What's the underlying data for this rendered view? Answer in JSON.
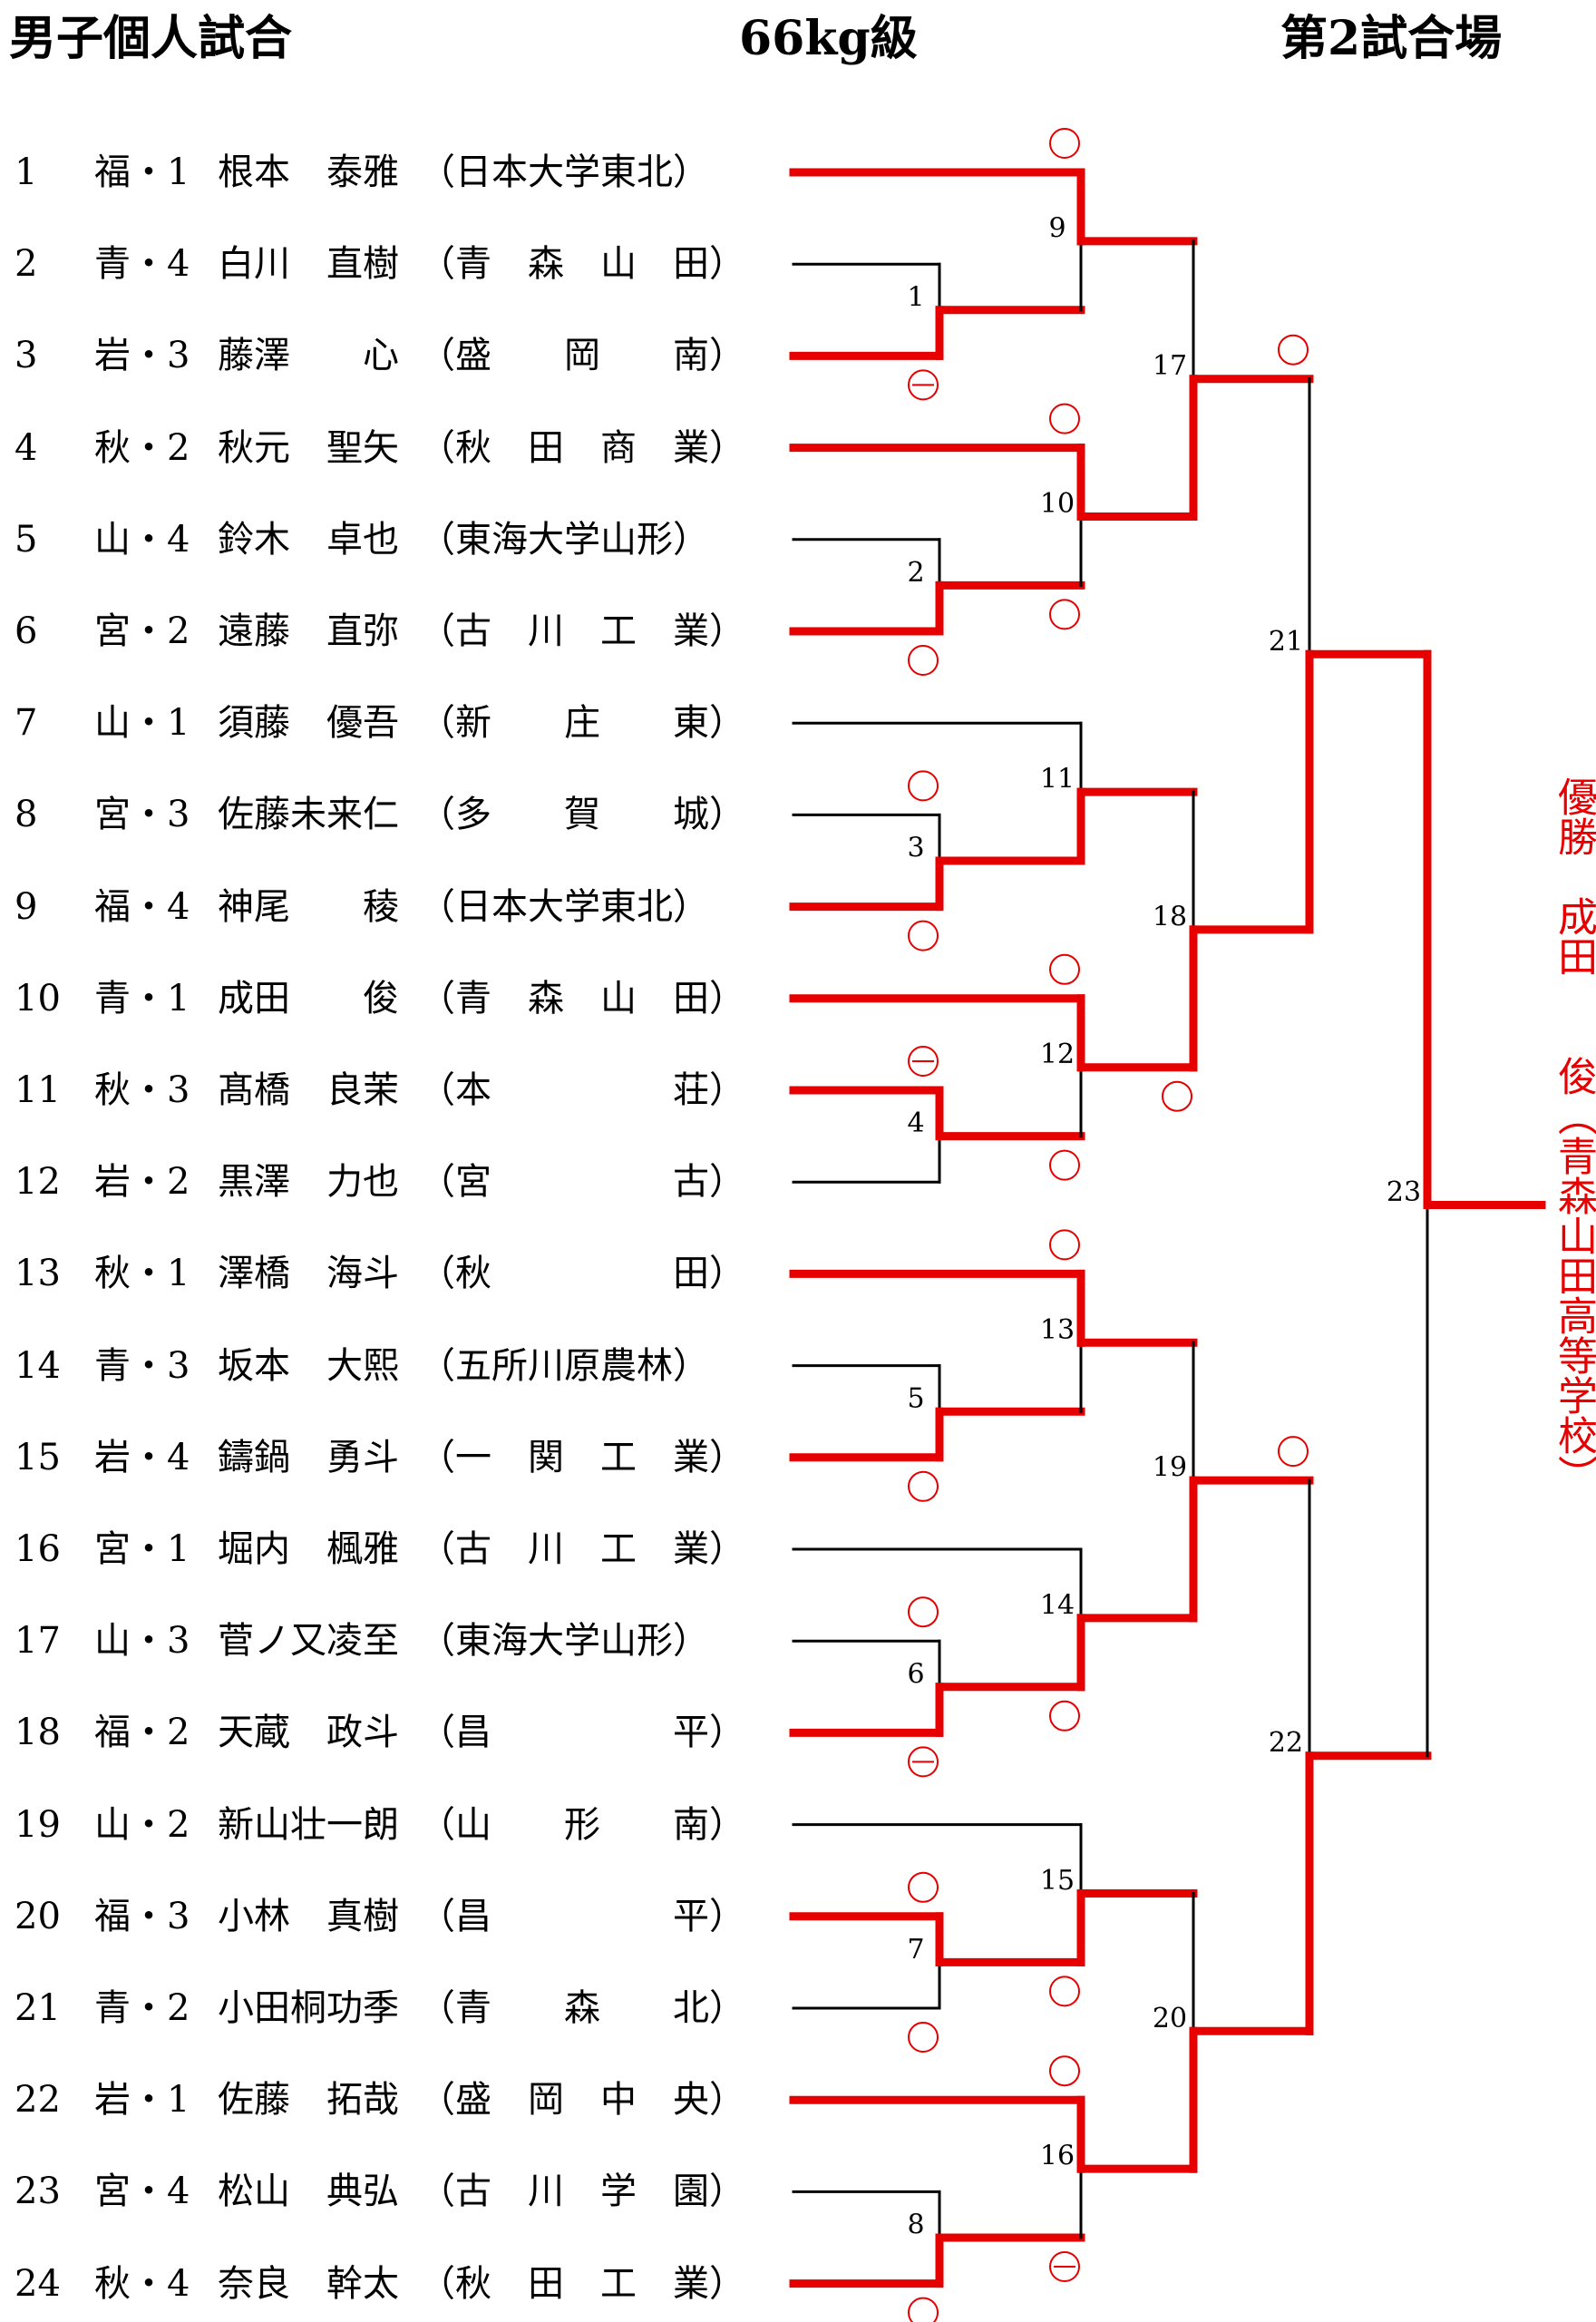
{
  "header": {
    "event": "男子個人試合",
    "weight": "66kg級",
    "venue": "第2試合場"
  },
  "players": [
    {
      "seed": "1",
      "pref": "福・1",
      "name": "根本　泰雅",
      "school": "（日本大学東北）"
    },
    {
      "seed": "2",
      "pref": "青・4",
      "name": "白川　直樹",
      "school": "（青　森　山　田）"
    },
    {
      "seed": "3",
      "pref": "岩・3",
      "name": "藤澤　　心",
      "school": "（盛　　岡　　南）"
    },
    {
      "seed": "4",
      "pref": "秋・2",
      "name": "秋元　聖矢",
      "school": "（秋　田　商　業）"
    },
    {
      "seed": "5",
      "pref": "山・4",
      "name": "鈴木　卓也",
      "school": "（東海大学山形）"
    },
    {
      "seed": "6",
      "pref": "宮・2",
      "name": "遠藤　直弥",
      "school": "（古　川　工　業）"
    },
    {
      "seed": "7",
      "pref": "山・1",
      "name": "須藤　優吾",
      "school": "（新　　庄　　東）"
    },
    {
      "seed": "8",
      "pref": "宮・3",
      "name": "佐藤未来仁",
      "school": "（多　　賀　　城）"
    },
    {
      "seed": "9",
      "pref": "福・4",
      "name": "神尾　　稜",
      "school": "（日本大学東北）"
    },
    {
      "seed": "10",
      "pref": "青・1",
      "name": "成田　　俊",
      "school": "（青　森　山　田）"
    },
    {
      "seed": "11",
      "pref": "秋・3",
      "name": "髙橋　良茉",
      "school": "（本　　　　　荘）"
    },
    {
      "seed": "12",
      "pref": "岩・2",
      "name": "黒澤　力也",
      "school": "（宮　　　　　古）"
    },
    {
      "seed": "13",
      "pref": "秋・1",
      "name": "澤橋　海斗",
      "school": "（秋　　　　　田）"
    },
    {
      "seed": "14",
      "pref": "青・3",
      "name": "坂本　大熙",
      "school": "（五所川原農林）"
    },
    {
      "seed": "15",
      "pref": "岩・4",
      "name": "鑄鍋　勇斗",
      "school": "（一　関　工　業）"
    },
    {
      "seed": "16",
      "pref": "宮・1",
      "name": "堀内　楓雅",
      "school": "（古　川　工　業）"
    },
    {
      "seed": "17",
      "pref": "山・3",
      "name": "菅ノ又凌至",
      "school": "（東海大学山形）"
    },
    {
      "seed": "18",
      "pref": "福・2",
      "name": "天蔵　政斗",
      "school": "（昌　　　　　平）"
    },
    {
      "seed": "19",
      "pref": "山・2",
      "name": "新山壮一朗",
      "school": "（山　　形　　南）"
    },
    {
      "seed": "20",
      "pref": "福・3",
      "name": "小林　真樹",
      "school": "（昌　　　　　平）"
    },
    {
      "seed": "21",
      "pref": "青・2",
      "name": "小田桐功季",
      "school": "（青　　森　　北）"
    },
    {
      "seed": "22",
      "pref": "岩・1",
      "name": "佐藤　拓哉",
      "school": "（盛　岡　中　央）"
    },
    {
      "seed": "23",
      "pref": "宮・4",
      "name": "松山　典弘",
      "school": "（古　川　学　園）"
    },
    {
      "seed": "24",
      "pref": "秋・4",
      "name": "奈良　幹太",
      "school": "（秋　田　工　業）"
    }
  ],
  "matches": [
    {
      "no": "1",
      "top_won": false,
      "top_mark": "",
      "bottom_mark": "⊖"
    },
    {
      "no": "2",
      "top_won": false,
      "top_mark": "",
      "bottom_mark": "○"
    },
    {
      "no": "3",
      "top_won": false,
      "top_mark": "○",
      "bottom_mark": "○"
    },
    {
      "no": "4",
      "top_won": true,
      "top_mark": "⊖",
      "bottom_mark": ""
    },
    {
      "no": "5",
      "top_won": false,
      "top_mark": "",
      "bottom_mark": "○"
    },
    {
      "no": "6",
      "top_won": false,
      "top_mark": "○",
      "bottom_mark": "⊖"
    },
    {
      "no": "7",
      "top_won": true,
      "top_mark": "○",
      "bottom_mark": "○"
    },
    {
      "no": "8",
      "top_won": false,
      "top_mark": "",
      "bottom_mark": "○"
    },
    {
      "no": "9",
      "top_won": true,
      "top_mark": "○",
      "bottom_mark": ""
    },
    {
      "no": "10",
      "top_won": true,
      "top_mark": "○",
      "bottom_mark": "○"
    },
    {
      "no": "11",
      "top_won": false,
      "top_mark": "",
      "bottom_mark": ""
    },
    {
      "no": "12",
      "top_won": true,
      "top_mark": "○",
      "bottom_mark": "○"
    },
    {
      "no": "13",
      "top_won": true,
      "top_mark": "○",
      "bottom_mark": ""
    },
    {
      "no": "14",
      "top_won": false,
      "top_mark": "",
      "bottom_mark": "○"
    },
    {
      "no": "15",
      "top_won": false,
      "top_mark": "",
      "bottom_mark": "○"
    },
    {
      "no": "16",
      "top_won": true,
      "top_mark": "○",
      "bottom_mark": "⊖"
    },
    {
      "no": "17",
      "top_won": false,
      "top_mark": "",
      "bottom_mark": ""
    },
    {
      "no": "18",
      "top_won": false,
      "top_mark": "",
      "bottom_mark": "○"
    },
    {
      "no": "19",
      "top_won": false,
      "top_mark": "",
      "bottom_mark": ""
    },
    {
      "no": "20",
      "top_won": false,
      "top_mark": "",
      "bottom_mark": ""
    },
    {
      "no": "21",
      "top_won": false,
      "top_mark": "○",
      "bottom_mark": ""
    },
    {
      "no": "22",
      "top_won": false,
      "top_mark": "○",
      "bottom_mark": ""
    },
    {
      "no": "23",
      "top_won": true,
      "top_mark": "",
      "bottom_mark": ""
    }
  ],
  "champion": {
    "text": "優勝　成田　　俊（青森山田高等学校）"
  },
  "colors": {
    "win_line": "#e60000",
    "line": "#000000"
  }
}
